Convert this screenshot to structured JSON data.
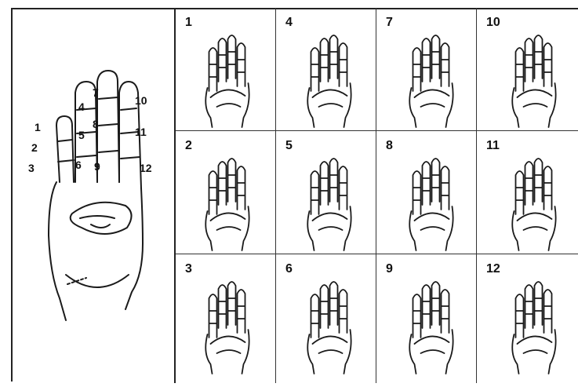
{
  "reference_hand": {
    "labels": [
      "1",
      "2",
      "3",
      "4",
      "5",
      "6",
      "7",
      "8",
      "9",
      "10",
      "11",
      "12"
    ]
  },
  "cells": [
    {
      "number": "1"
    },
    {
      "number": "4"
    },
    {
      "number": "7"
    },
    {
      "number": "10"
    },
    {
      "number": "2"
    },
    {
      "number": "5"
    },
    {
      "number": "8"
    },
    {
      "number": "11"
    },
    {
      "number": "3"
    },
    {
      "number": "6"
    },
    {
      "number": "9"
    },
    {
      "number": "12"
    }
  ]
}
